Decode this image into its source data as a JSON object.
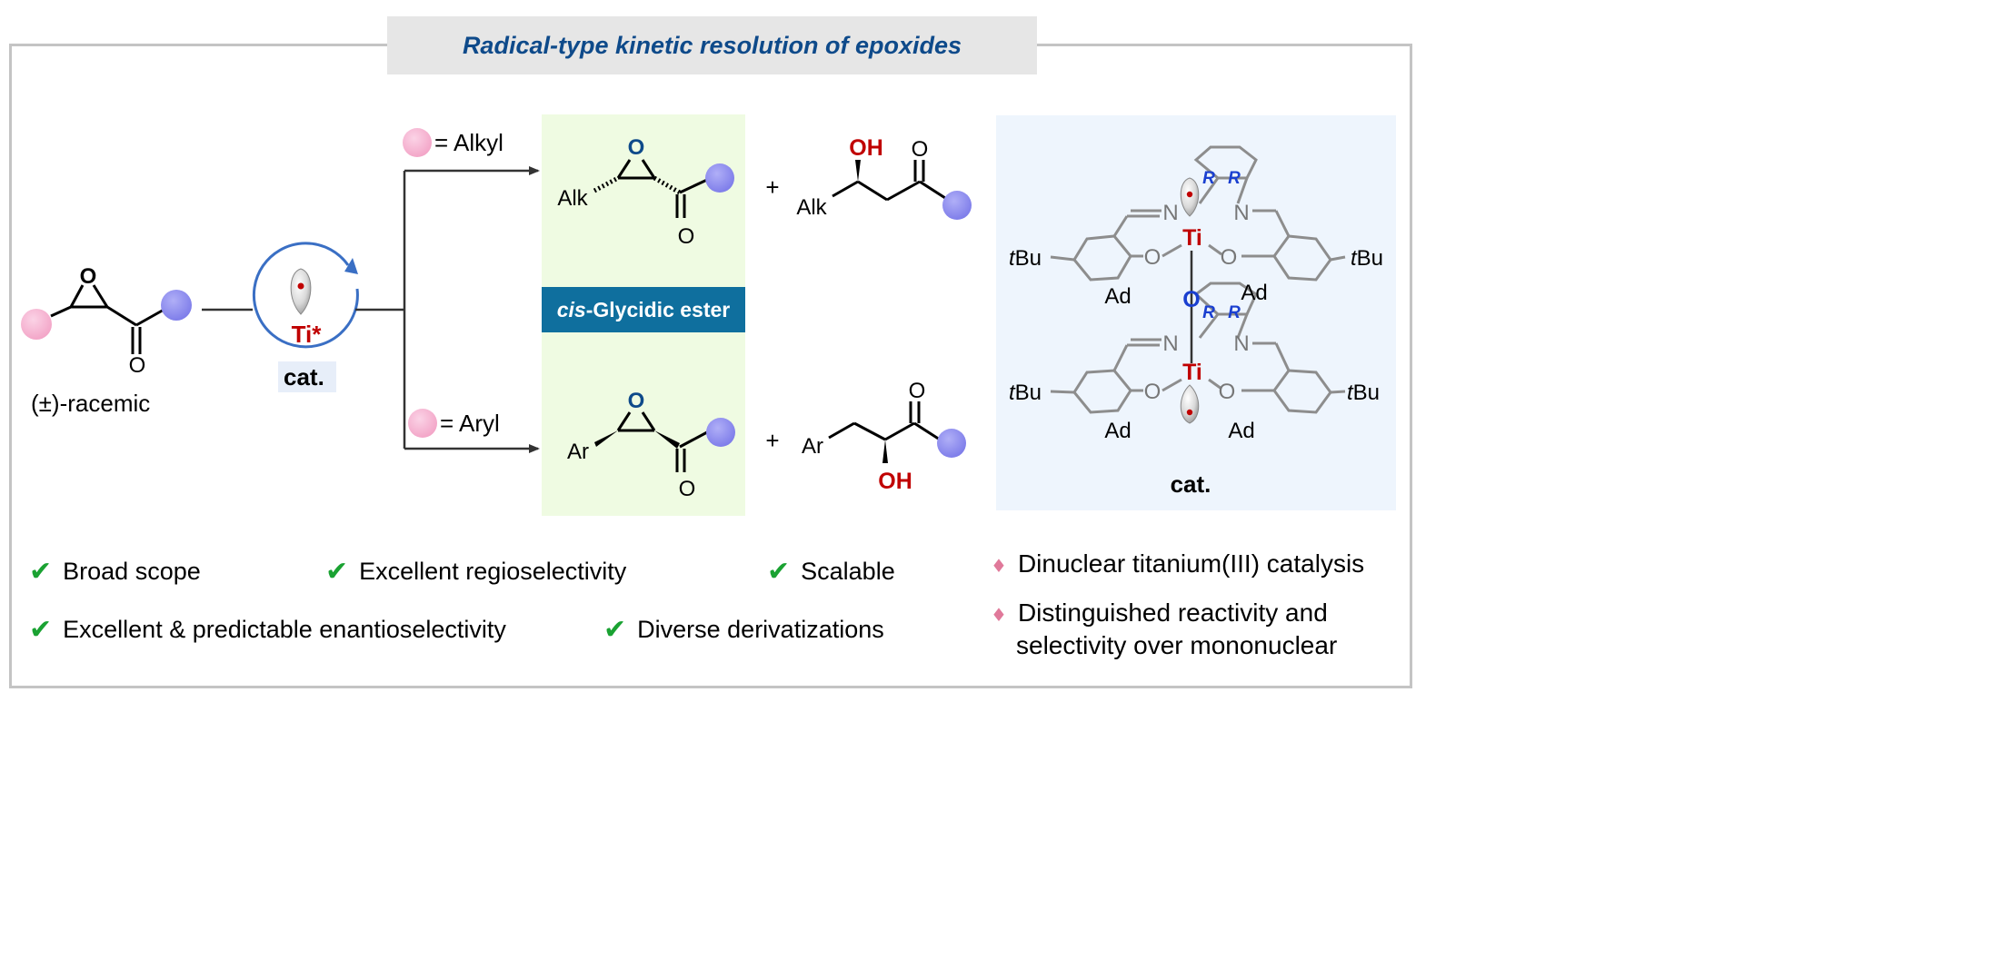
{
  "title": "Radical-type kinetic resolution of epoxides",
  "start": {
    "label": "(±)-racemic",
    "epoxide_O": "O",
    "carbonyl_O": "O"
  },
  "catalyst_loop": {
    "metal": "Ti*",
    "label": "cat."
  },
  "branch_top": {
    "label": "= Alkyl"
  },
  "branch_bottom": {
    "label": "= Aryl"
  },
  "products_top": {
    "epoxide": {
      "O": "O",
      "sub": "Alk",
      "carbonyl_O": "O"
    },
    "plus": "+",
    "alcohol": {
      "OH": "OH",
      "sub": "Alk",
      "carbonyl_O": "O"
    }
  },
  "cis_banner": {
    "italic": "cis",
    "rest": "-Glycidic ester"
  },
  "products_bottom": {
    "epoxide": {
      "O": "O",
      "sub": "Ar",
      "carbonyl_O": "O"
    },
    "plus": "+",
    "alcohol": {
      "OH": "OH",
      "sub": "Ar",
      "carbonyl_O": "O"
    }
  },
  "catalyst_structure": {
    "tBu": "tBu",
    "Ad": "Ad",
    "Ti": "Ti",
    "O": "O",
    "N": "N",
    "R": "R",
    "label": "cat."
  },
  "features": {
    "checks": [
      "Broad scope",
      "Excellent regioselectivity",
      "Scalable",
      "Excellent & predictable enantioselectivity",
      "Diverse derivatizations"
    ],
    "notes": [
      "Dinuclear titanium(III) catalysis",
      "Distinguished reactivity and selectivity over mononuclear"
    ]
  },
  "colors": {
    "title": "#0e4a8a",
    "pink_sphere": "#f7b6d3",
    "blue_sphere": "#8f8ef0",
    "red": "#c00000",
    "check": "#1aa232",
    "banner": "#0f6f9e"
  }
}
